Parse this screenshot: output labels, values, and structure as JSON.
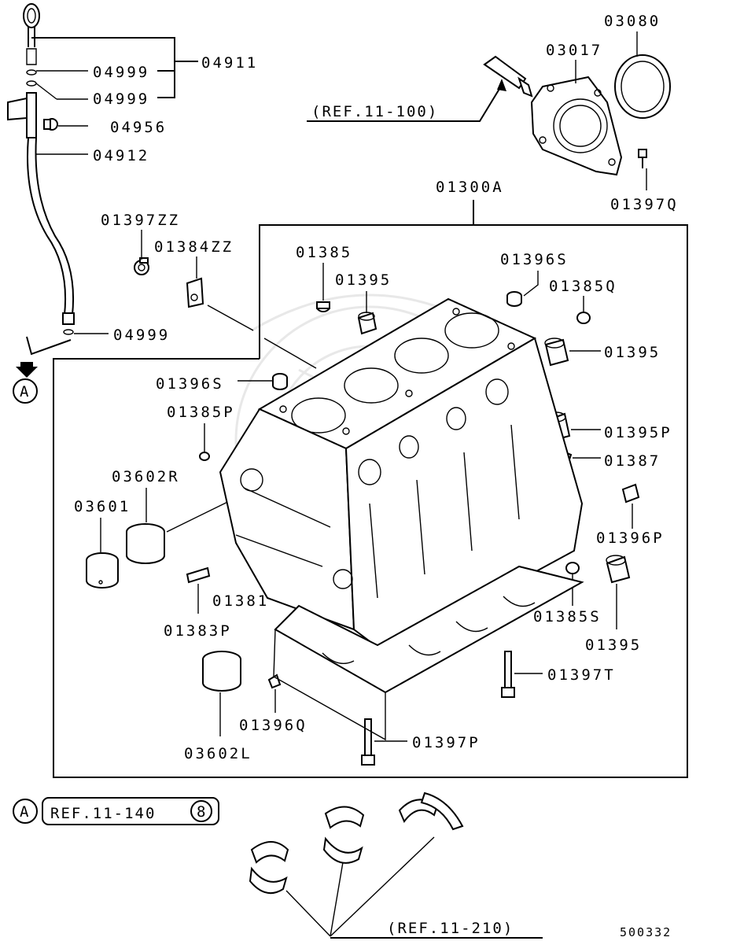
{
  "diagram": {
    "labels": {
      "l04911": "04911",
      "l04999a": "04999",
      "l04999b": "04999",
      "l04956": "04956",
      "l04912": "04912",
      "l04999c": "04999",
      "l03080": "03080",
      "l03017": "03017",
      "l01397Q": "01397Q",
      "l01300A": "01300A",
      "l01397ZZ": "01397ZZ",
      "l01384ZZ": "01384ZZ",
      "l01385": "01385",
      "l01395a": "01395",
      "l01396S_a": "01396S",
      "l01385Q": "01385Q",
      "l01395b": "01395",
      "l01396S_b": "01396S",
      "l01385P": "01385P",
      "l01395P": "01395P",
      "l01387": "01387",
      "l03602R": "03602R",
      "l03601": "03601",
      "l01396P": "01396P",
      "l01383P": "01383P",
      "l01381": "01381",
      "l01385S": "01385S",
      "l01395c": "01395",
      "l01397T": "01397T",
      "l01396Q": "01396Q",
      "l03602L": "03602L",
      "l01397P": "01397P"
    },
    "refs": {
      "ref_11_100": "(REF.11-100)",
      "ref_11_140": "REF.11-140",
      "ref_11_140_badge": "8",
      "ref_11_210": "(REF.11-210)"
    },
    "markers": {
      "a_top": "A",
      "a_bottom": "A"
    },
    "footer_code": "500332"
  }
}
